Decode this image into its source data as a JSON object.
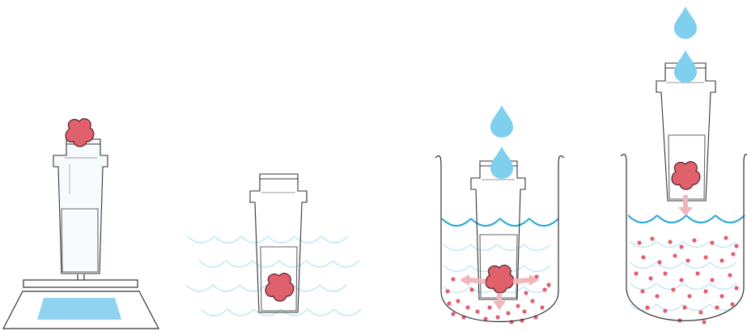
{
  "diagram": {
    "panels": [
      {
        "id": "weigh",
        "items": [
          "food-sample-icon",
          "filter-cup-icon",
          "scale-icon"
        ]
      },
      {
        "id": "soak",
        "items": [
          "wave-icon",
          "filter-cup-icon",
          "food-sample-icon"
        ]
      },
      {
        "id": "dissolve",
        "items": [
          "beaker-icon",
          "water-drop-icon",
          "filter-cup-icon",
          "food-sample-icon",
          "diffusion-arrow-icon",
          "solute-particle-icon"
        ]
      },
      {
        "id": "lift",
        "items": [
          "beaker-icon",
          "water-drop-icon",
          "filter-cup-icon",
          "food-sample-icon",
          "drip-arrow-icon",
          "solute-particle-icon"
        ]
      }
    ],
    "colors": {
      "sample": "#e0606b",
      "sample_stroke": "#5a2d33",
      "water_drop": "#7fcfee",
      "wave_light": "#bfe6f4",
      "wave_dark": "#2aa7d9",
      "particle": "#e06070",
      "arrow": "#f2b5bd",
      "scale_screen": "#8fd3f0",
      "outline": "#333333"
    }
  }
}
